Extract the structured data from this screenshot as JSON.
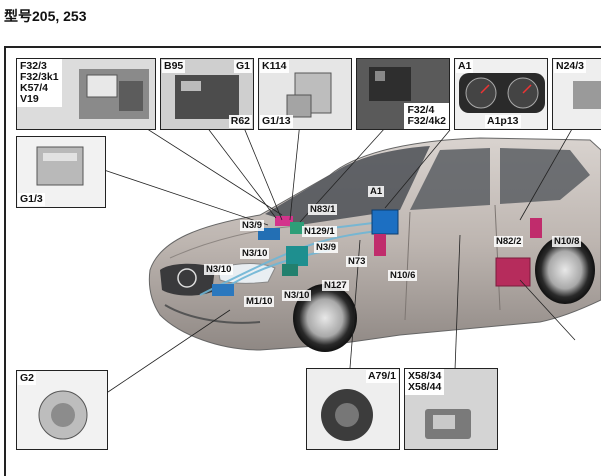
{
  "heading": "型号205, 253",
  "insets": {
    "top_left": [
      "F32/3",
      "F32/3k1",
      "K57/4",
      "V19"
    ],
    "b95": "B95",
    "g1": "G1",
    "r62": "R62",
    "k114": "K114",
    "g1_13": "G1/13",
    "f32_4": "F32/4",
    "f32_4k2": "F32/4k2",
    "a1": "A1",
    "a1p13": "A1p13",
    "n24_3": "N24/3",
    "g1_3": "G1/3",
    "g2": "G2",
    "a79_1": "A79/1",
    "x58": [
      "X58/34",
      "X58/44"
    ]
  },
  "callouts": {
    "n83_1": "N83/1",
    "a1": "A1",
    "n3_9_top": "N3/9",
    "n129_1": "N129/1",
    "n3_10_a": "N3/10",
    "n3_9_b": "N3/9",
    "n73": "N73",
    "n10_6": "N10/6",
    "n82_2": "N82/2",
    "n10_8": "N10/8",
    "n3_10_left": "N3/10",
    "m1_10": "M1/10",
    "n3_10_b": "N3/10",
    "n127": "N127"
  }
}
